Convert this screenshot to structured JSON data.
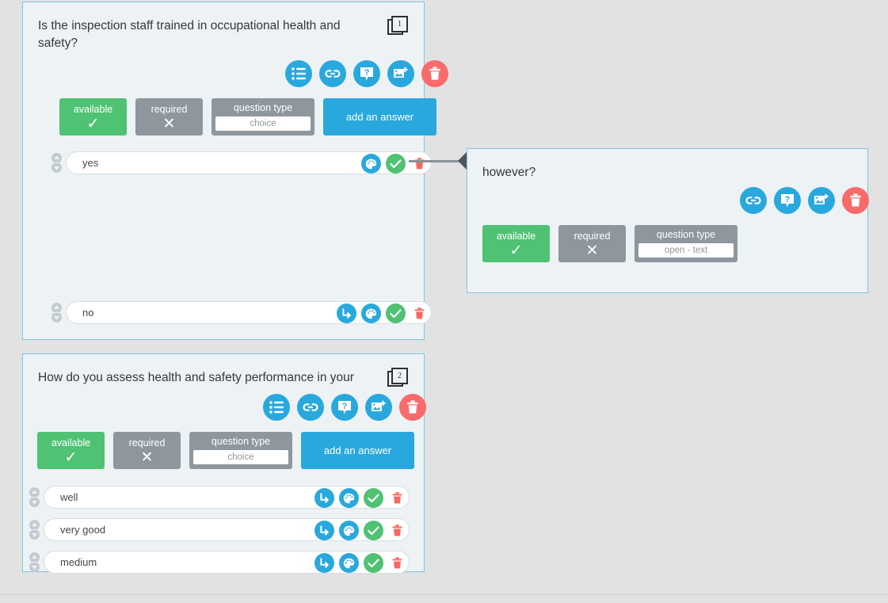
{
  "theme": {
    "page_bg": "#e2e2e2",
    "card_bg": "#edf2f5",
    "card_border": "#7ec5e3",
    "accent_blue": "#29a8dd",
    "accent_green": "#4fc273",
    "accent_grey": "#8e979e",
    "accent_red": "#f96a6a",
    "connector": "#8a9299"
  },
  "cards": [
    {
      "id": "question-1",
      "title": "Is the inspection staff trained in occupational health and safety?",
      "badge_number": "1",
      "icons": [
        "list-icon",
        "link-icon",
        "help-icon",
        "add-image-icon",
        "trash-icon"
      ],
      "flags": {
        "available_label": "available",
        "available_mark": "✓",
        "required_label": "required",
        "required_mark": "✕",
        "question_type_label": "question type",
        "question_type_value": "choice"
      },
      "add_answer_label": "add an answer",
      "answers": [
        {
          "text": "yes",
          "has_branch": false,
          "icons": [
            "palette-icon",
            "confirm-icon",
            "delete-icon"
          ]
        },
        {
          "text": "no",
          "has_branch": true,
          "icons": [
            "branch-icon",
            "palette-icon",
            "confirm-icon",
            "delete-icon"
          ]
        }
      ]
    },
    {
      "id": "question-2",
      "title": "How do you assess health and safety performance in your",
      "badge_number": "2",
      "icons": [
        "list-icon",
        "link-icon",
        "help-icon",
        "add-image-icon",
        "trash-icon"
      ],
      "flags": {
        "available_label": "available",
        "available_mark": "✓",
        "required_label": "required",
        "required_mark": "✕",
        "question_type_label": "question type",
        "question_type_value": "choice"
      },
      "add_answer_label": "add an answer",
      "answers": [
        {
          "text": "well",
          "has_branch": true,
          "icons": [
            "branch-icon",
            "palette-icon",
            "confirm-icon",
            "delete-icon"
          ]
        },
        {
          "text": "very good",
          "has_branch": true,
          "icons": [
            "branch-icon",
            "palette-icon",
            "confirm-icon",
            "delete-icon"
          ]
        },
        {
          "text": "medium",
          "has_branch": true,
          "icons": [
            "branch-icon",
            "palette-icon",
            "confirm-icon",
            "delete-icon"
          ]
        }
      ]
    }
  ],
  "open_card": {
    "id": "question-open",
    "title": "however?",
    "icons": [
      "link-icon",
      "help-icon",
      "add-image-icon",
      "trash-icon"
    ],
    "flags": {
      "available_label": "available",
      "available_mark": "✓",
      "required_label": "required",
      "required_mark": "✕",
      "question_type_label": "question type",
      "question_type_value": "open - text"
    }
  }
}
